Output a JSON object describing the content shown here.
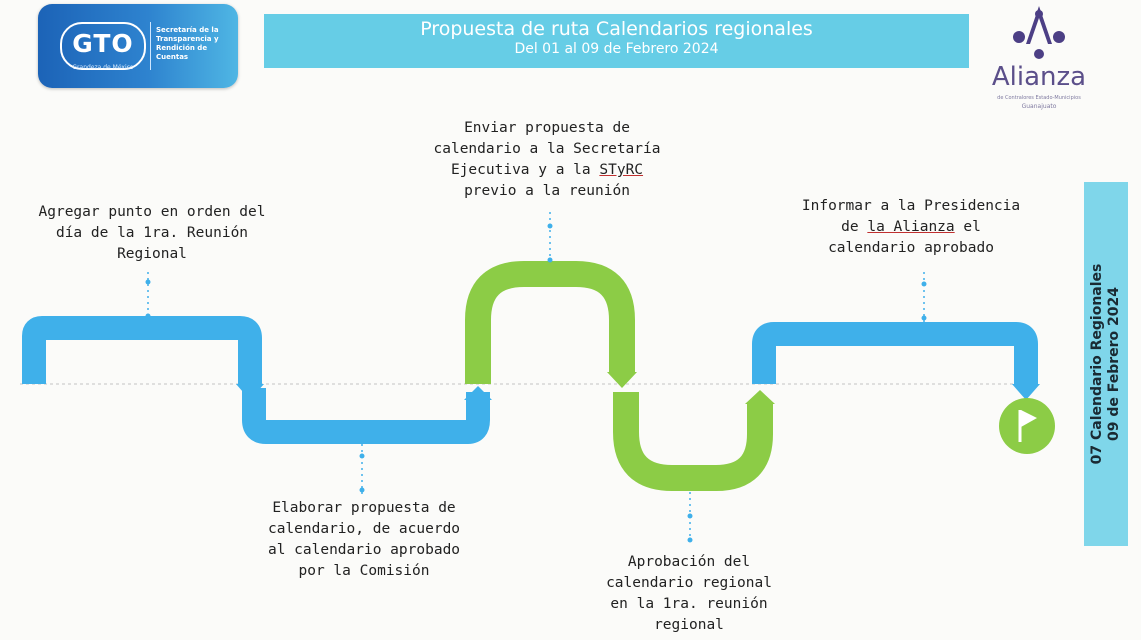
{
  "header": {
    "title": "Propuesta de ruta Calendarios regionales",
    "subtitle": "Del 01 al 09 de Febrero 2024"
  },
  "logo_gto": {
    "wordmark": "GTO",
    "tagline": "Grandeza de México",
    "secretaria": "Secretaría de la Transparencia y Rendición de Cuentas"
  },
  "logo_alianza": {
    "wordmark": "Alianza",
    "tagline": "de Contralores Estado-Municipios",
    "state": "Guanajuato"
  },
  "side_label": {
    "line1": "07 Calendario Regionales",
    "line2": "09 de Febrero 2024"
  },
  "steps": [
    {
      "line1": "Agregar punto en orden del",
      "line2": "día de la 1ra. Reunión",
      "line3": "Regional"
    },
    {
      "line1": "Elaborar propuesta de",
      "line2": "calendario, de acuerdo",
      "line3": "al calendario aprobado",
      "line4": "por la Comisión"
    },
    {
      "line1": "Enviar propuesta de",
      "line2": "calendario a la Secretaría",
      "line3_a": "Ejecutiva y a la ",
      "line3_b": "STyRC",
      "line4": "previo a la reunión"
    },
    {
      "line1": "Aprobación del",
      "line2": "calendario regional",
      "line3": "en la 1ra. reunión",
      "line4": "regional"
    },
    {
      "line1": "Informar a la Presidencia",
      "line2_a": "de ",
      "line2_b": "la Alianza",
      "line2_c": " el",
      "line3": "calendario aprobado"
    }
  ],
  "colors": {
    "blue_route": "#3fb0ea",
    "green_route": "#8ccc46",
    "header_band": "#66cde6",
    "side_band": "#7fd6ea"
  },
  "finish_icon": "flag-icon"
}
